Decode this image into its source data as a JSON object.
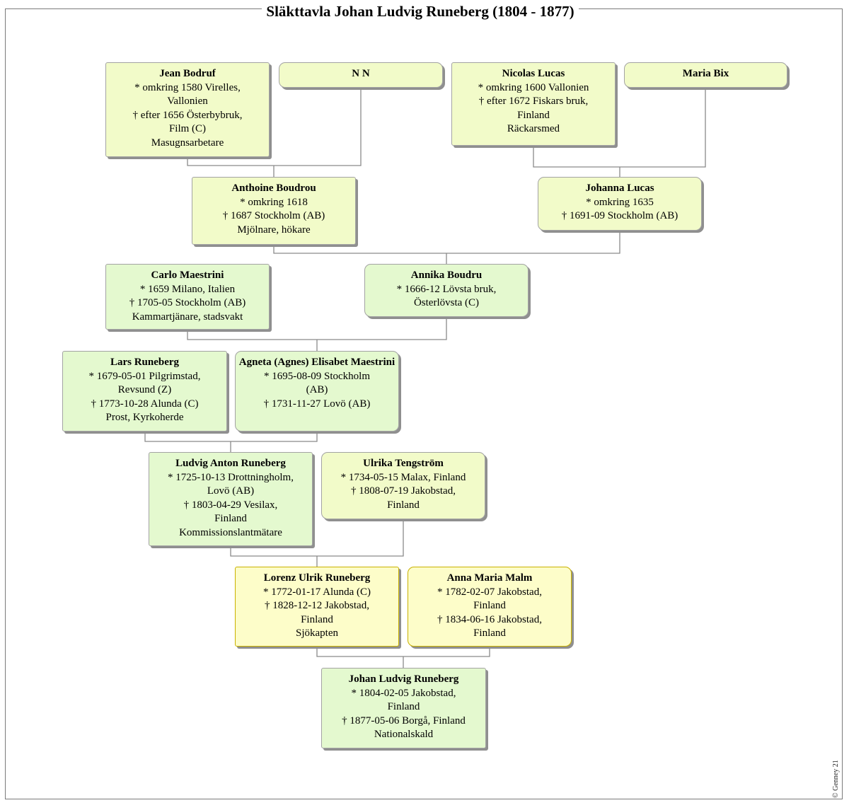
{
  "title": "Släkttavla Johan Ludvig Runeberg (1804 - 1877)",
  "copyright": "© Genney 21",
  "colors": {
    "male_box": "#f2fbc9",
    "female_box": "#e4f9cf",
    "highlight_box": "#fdfdc9",
    "connector": "#8a8a8a"
  },
  "people": {
    "jean_bodruf": {
      "name": "Jean Bodruf",
      "lines": [
        "* omkring 1580 Virelles,",
        "Vallonien",
        "† efter 1656 Österbybruk,",
        "Film (C)",
        "Masugnsarbetare"
      ]
    },
    "nn": {
      "name": "N N",
      "lines": []
    },
    "nicolas_lucas": {
      "name": "Nicolas Lucas",
      "lines": [
        "* omkring 1600 Vallonien",
        "† efter 1672 Fiskars bruk,",
        "Finland",
        "Räckarsmed"
      ]
    },
    "maria_bix": {
      "name": "Maria Bix",
      "lines": []
    },
    "anthoine_boudrou": {
      "name": "Anthoine Boudrou",
      "lines": [
        "* omkring 1618",
        "† 1687 Stockholm (AB)",
        "Mjölnare, hökare"
      ]
    },
    "johanna_lucas": {
      "name": "Johanna Lucas",
      "lines": [
        "* omkring 1635",
        "† 1691-09 Stockholm (AB)"
      ]
    },
    "carlo_maestrini": {
      "name": "Carlo Maestrini",
      "lines": [
        "* 1659 Milano, Italien",
        "† 1705-05 Stockholm (AB)",
        "Kammartjänare, stadsvakt"
      ]
    },
    "annika_boudru": {
      "name": "Annika Boudru",
      "lines": [
        "* 1666-12 Lövsta bruk,",
        "Österlövsta (C)"
      ]
    },
    "lars_runeberg": {
      "name": "Lars Runeberg",
      "lines": [
        "* 1679-05-01 Pilgrimstad,",
        "Revsund (Z)",
        "† 1773-10-28 Alunda (C)",
        "Prost, Kyrkoherde"
      ]
    },
    "agneta_maestrini": {
      "name": "Agneta (Agnes) Elisabet Maestrini",
      "lines": [
        "* 1695-08-09 Stockholm",
        "(AB)",
        "† 1731-11-27 Lovö (AB)"
      ]
    },
    "ludvig_anton_runeberg": {
      "name": "Ludvig Anton Runeberg",
      "lines": [
        "* 1725-10-13 Drottningholm,",
        "Lovö (AB)",
        "† 1803-04-29 Vesilax,",
        "Finland",
        "Kommissionslantmätare"
      ]
    },
    "ulrika_tengstrom": {
      "name": "Ulrika Tengström",
      "lines": [
        "* 1734-05-15 Malax, Finland",
        "† 1808-07-19 Jakobstad,",
        "Finland"
      ]
    },
    "lorenz_ulrik_runeberg": {
      "name": "Lorenz Ulrik Runeberg",
      "lines": [
        "* 1772-01-17 Alunda (C)",
        "† 1828-12-12 Jakobstad,",
        "Finland",
        "Sjökapten"
      ]
    },
    "anna_maria_malm": {
      "name": "Anna Maria Malm",
      "lines": [
        "* 1782-02-07 Jakobstad,",
        "Finland",
        "† 1834-06-16 Jakobstad,",
        "Finland"
      ]
    },
    "johan_ludvig_runeberg": {
      "name": "Johan Ludvig Runeberg",
      "lines": [
        "* 1804-02-05 Jakobstad,",
        "Finland",
        "† 1877-05-06 Borgå, Finland",
        "Nationalskald"
      ]
    }
  }
}
